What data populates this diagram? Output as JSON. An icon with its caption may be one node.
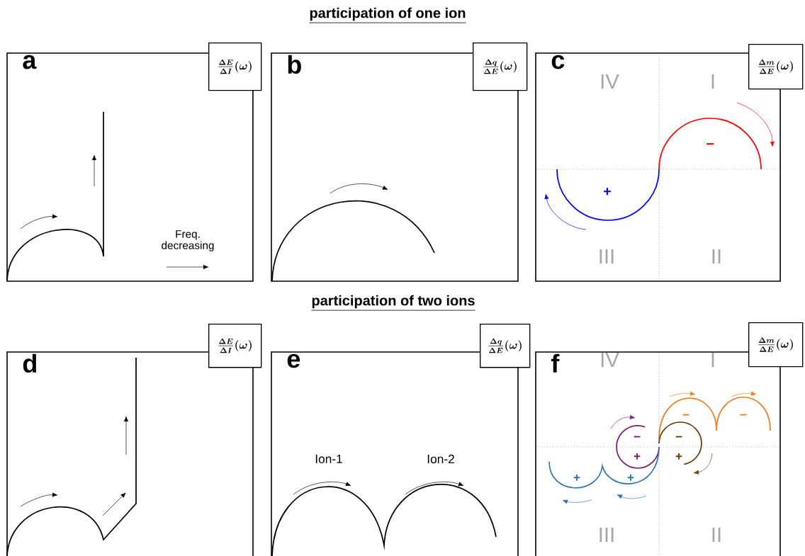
{
  "diagram": {
    "nodes": [
      {
        "text": [
          "a"
        ]
      },
      {
        "text": [
          "\\frac{\\Delta E}{\\Delta I}(\\omega)"
        ]
      },
      {
        "text": [
          "b"
        ]
      },
      {
        "text": [
          "\\frac{\\Delta q}{\\Delta E}(\\omega)"
        ]
      },
      {
        "text": [
          "c"
        ]
      },
      {
        "text": [
          "\\frac{\\Delta m}{\\Delta E}(\\omega)"
        ]
      },
      {
        "text": [
          "d"
        ]
      },
      {
        "text": [
          "\\frac{\\Delta E}{\\Delta I}(\\omega)"
        ]
      },
      {
        "text": [
          "e"
        ]
      },
      {
        "text": [
          "\\frac{\\Delta q}{\\Delta E}(\\omega)"
        ]
      },
      {
        "text": [
          "f"
        ]
      },
      {
        "text": [
          "\\frac{\\Delta m}{\\Delta E}(\\omega)"
        ]
      }
    ],
    "labels": [
      "participation of one ion",
      "Freq. decreasing",
      "IV",
      "I",
      "−",
      "+",
      "III",
      "II",
      "participation of two ions",
      "Ion-1",
      "Ion-2",
      "IV",
      "I",
      "−",
      "−",
      "−",
      "−",
      "+",
      "+",
      "+",
      "+",
      "III",
      "II"
    ]
  }
}
